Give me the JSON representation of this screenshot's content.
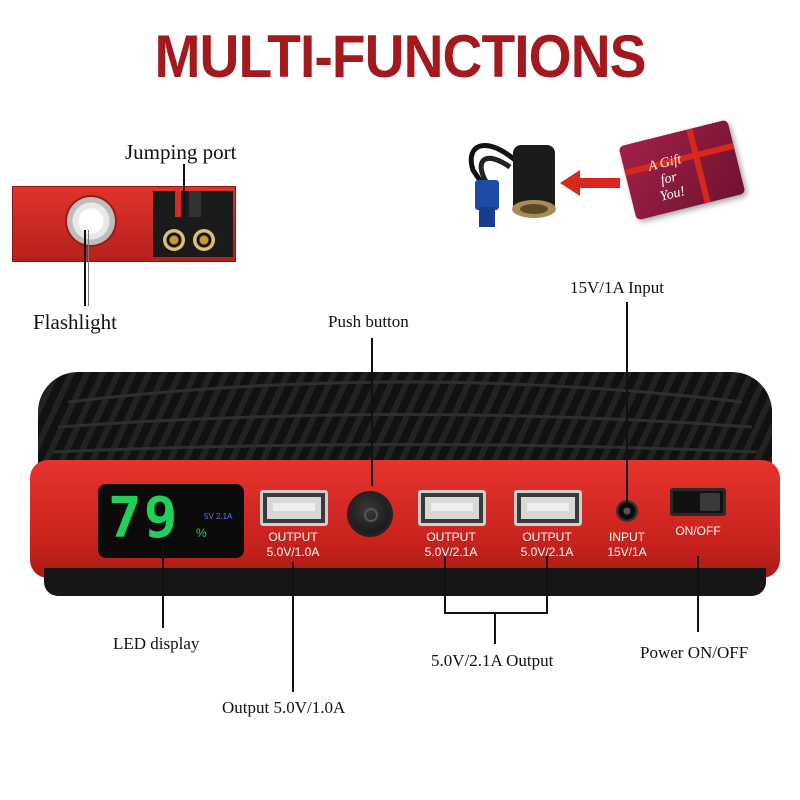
{
  "title": "MULTI-FUNCTIONS",
  "callouts": {
    "jumping_port": "Jumping port",
    "flashlight": "Flashlight",
    "push_button": "Push button",
    "input": "15V/1A Input",
    "led_display": "LED display",
    "output_1a": "Output 5.0V/1.0A",
    "output_21a": "5.0V/2.1A Output",
    "power": "Power ON/OFF"
  },
  "device": {
    "display_value": "79",
    "display_unit": "%",
    "display_status": "5V 2.1A",
    "ports": [
      {
        "line1": "OUTPUT",
        "line2": "5.0V/1.0A"
      },
      {
        "line1": "OUTPUT",
        "line2": "5.0V/2.1A"
      },
      {
        "line1": "OUTPUT",
        "line2": "5.0V/2.1A"
      },
      {
        "line1": "INPUT",
        "line2": "15V/1A"
      },
      {
        "line1": "ON/OFF",
        "line2": ""
      }
    ]
  },
  "gift": {
    "line1": "A Gift",
    "line2": "for",
    "line3": "You!"
  },
  "colors": {
    "title": "#a3191d",
    "device_red": "#d42a25",
    "led_green": "#1fd15a",
    "gift_card": "#8a1a3c"
  }
}
